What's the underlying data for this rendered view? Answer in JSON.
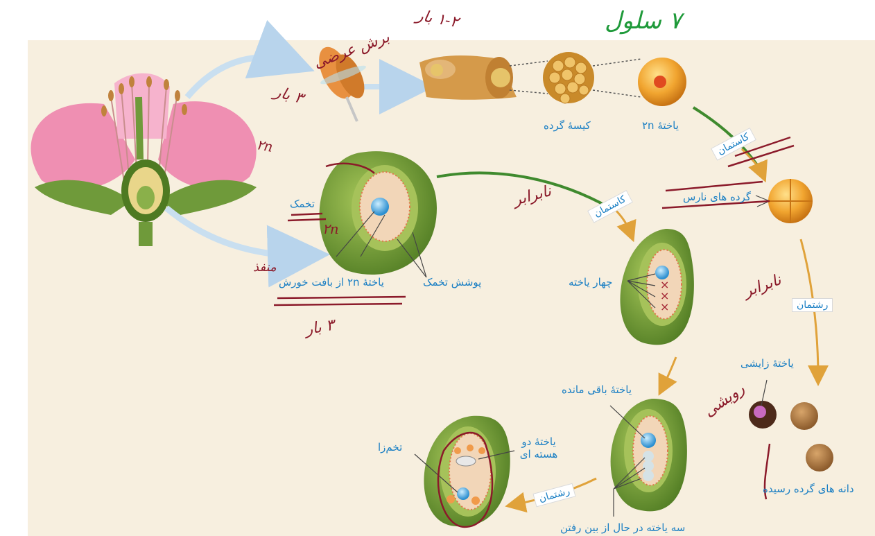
{
  "colors": {
    "background": "#f7efdf",
    "label_blue": "#1a7fc4",
    "ink_red": "#8b1a2a",
    "ink_green": "#1f9a3a",
    "arrow_light_blue": "#c9dff0",
    "arrow_green": "#3f8a2e",
    "arrow_orange": "#e0a23a"
  },
  "labels": {
    "pollen_sac": "کیسهٔ گرده",
    "cell_2n_top": "یاختهٔ ۲n",
    "ovule": "تخمک",
    "ovule_coat": "پوشش تخمک",
    "cell_2n_nucellus": "یاختهٔ ۲n از بافت خورش",
    "four_cells": "چهار یاخته",
    "immature_pollen": "گرده های نارس",
    "generative_cell": "یاختهٔ زایشی",
    "mature_pollen": "دانه های گرده رسیده",
    "remaining_cell": "یاختهٔ باقی مانده",
    "three_cells_dying": "سه یاخته در حال از بین رفتن",
    "binucleate_cell": "یاختهٔ دو هسته ای",
    "egg_cell": "تخم‌زا"
  },
  "tags": {
    "meiosis_1": "کاستمان",
    "meiosis_2": "کاستمان",
    "mitosis_1": "رشتمان",
    "mitosis_2": "رشتمان"
  },
  "handwriting": {
    "count_7": "۷ سلول",
    "annot_1": "۱-۲ بار",
    "annot_2": "برش عرضی",
    "annot_3": "۳ بار",
    "annot_4": "نابرابر",
    "annot_5": "نابرابر",
    "annot_6": "رویشی",
    "annot_7": "۲n",
    "annot_8": "منفذ",
    "annot_9": "۲n",
    "annot_10": "۳ بار"
  }
}
